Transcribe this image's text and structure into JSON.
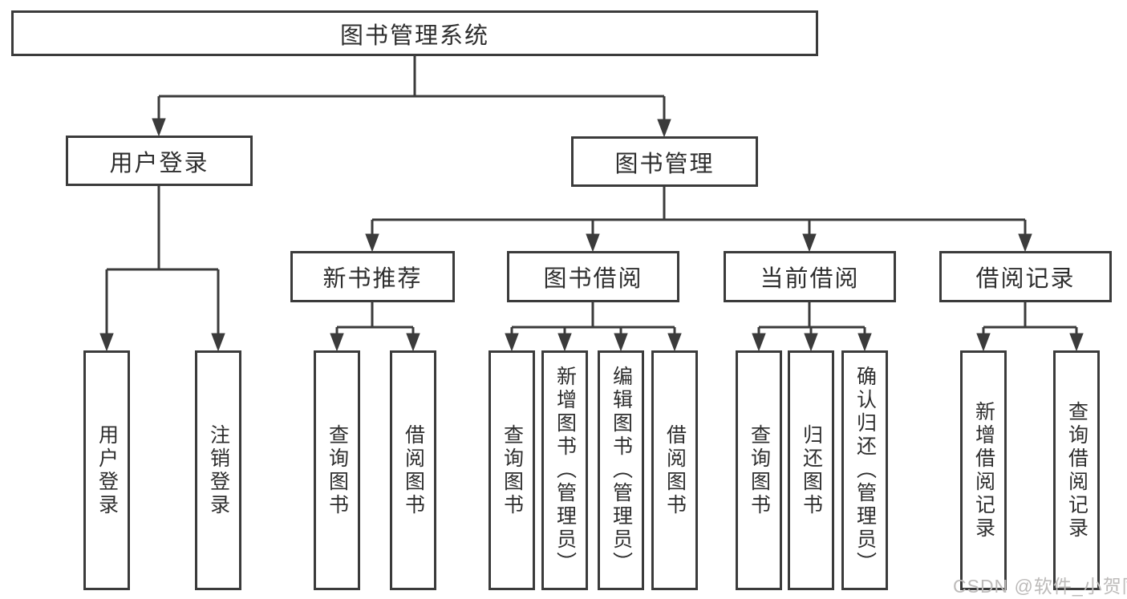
{
  "tree": {
    "root": "图书管理系统",
    "branches": [
      {
        "label": "用户登录",
        "children": [
          "用户登录",
          "注销登录"
        ]
      },
      {
        "label": "图书管理",
        "groups": [
          {
            "label": "新书推荐",
            "children": [
              "查询图书",
              "借阅图书"
            ]
          },
          {
            "label": "图书借阅",
            "children": [
              "查询图书",
              "新增图书（管理员）",
              "编辑图书（管理员）",
              "借阅图书"
            ]
          },
          {
            "label": "当前借阅",
            "children": [
              "查询图书",
              "归还图书",
              "确认归还（管理员）"
            ]
          },
          {
            "label": "借阅记录",
            "children": [
              "新增借阅记录",
              "查询借阅记录"
            ]
          }
        ]
      }
    ]
  },
  "watermark": "CSDN @软件_小贺同学",
  "colors": {
    "line": "#3b3b3b",
    "text": "#2e2e2e",
    "watermark": "#bdbbba",
    "background": "#ffffff"
  }
}
